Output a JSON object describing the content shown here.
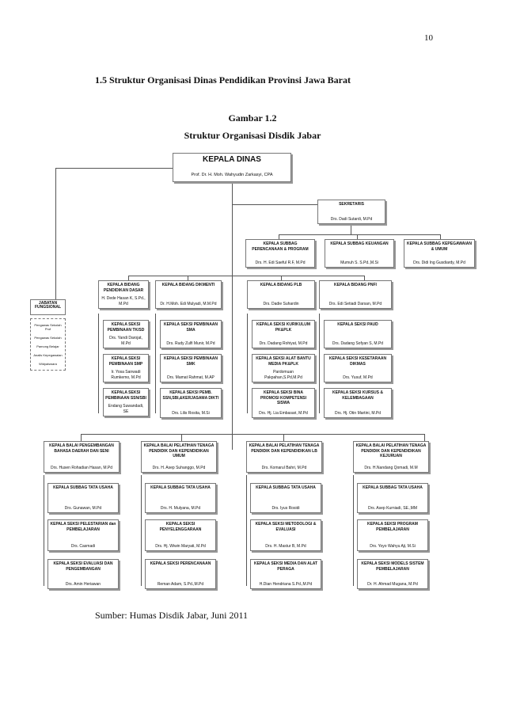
{
  "page_number": "10",
  "section_title": "1.5 Struktur Organisasi Dinas Pendidikan Provinsi Jawa Barat",
  "figure_label": "Gambar 1.2",
  "figure_title": "Struktur Organisasi Disdik Jabar",
  "source": "Sumber: Humas Disdik Jabar, Juni 2011",
  "org": {
    "kepala_dinas": {
      "title": "KEPALA DINAS",
      "name": "Prof. Dr. H. Moh. Wahyudin Zarkasyi, CPA"
    },
    "sekretaris": {
      "title": "SEKRETARIS",
      "name": "Drs. Dadi Sutardi, M.Pd"
    },
    "subbag": [
      {
        "title": "KEPALA SUBBAG PERENCANAAN & PROGRAM",
        "name": "Drs. H. Edi Saeful R.F, M.Pd"
      },
      {
        "title": "KEPALA SUBBAG KEUANGAN",
        "name": "Mumuh S. S.Pd.,M.Si"
      },
      {
        "title": "KEPALA SUBBAG KEPEGAWAIAN & UMUM",
        "name": "Drs. Didi Ing Gusdiardy, M.Pd"
      }
    ],
    "jabatan_fungsional": {
      "title": "JABATAN FUNGSIONAL",
      "items": [
        "Pengawas Sekolah Prof",
        "Pengawas Sekolah",
        "Pamong Belajar",
        "Analis Kepegawaian",
        "Widyaiswara"
      ]
    },
    "bidang": [
      {
        "head": {
          "title": "KEPALA BIDANG PENDIDIKAN DASAR",
          "name": "H. Dede Hasan K, S.Pd., M.Pd"
        },
        "seksi": [
          {
            "title": "KEPALA SEKSI PEMBINAAN TK/SD",
            "name": "Drs. Yandi Darojat, M.Pd"
          },
          {
            "title": "KEPALA SEKSI PEMBINAAN SMP",
            "name": "Ir. Yosa Sanwadi Rumkemo, M.Pd"
          },
          {
            "title": "KEPALA SEKSI PEMBINAAN SSN/SBI",
            "name": "Endang Suwandadi, SE"
          }
        ]
      },
      {
        "head": {
          "title": "KEPALA BIDANG DIKMENTI",
          "name": "Dr. H.Moh. Edi Mulyadi, M.M.Pd"
        },
        "seksi": [
          {
            "title": "KEPALA SEKSI PEMBINAAN SMA",
            "name": "Drs. Rudy Zulfi Munir, M.Pd"
          },
          {
            "title": "KEPALA SEKSI PEMBINAAN SMK",
            "name": "Drs. Mamat Rahmat, M.AP"
          },
          {
            "title": "KEPALA SEKSI PEMB. SSN,SBI,&KERJASAMA DIKTI",
            "name": "Drs. Lilis Rosita, M.Si"
          }
        ]
      },
      {
        "head": {
          "title": "KEPALA BIDANG PLB",
          "name": "Drs. Dadie Suhardin"
        },
        "seksi": [
          {
            "title": "KEPALA SEKSI KURIKULUM PK&PLK",
            "name": "Drs. Dadang Rohiyat, M.Pd"
          },
          {
            "title": "KEPALA SEKSI ALAT BANTU MEDIA PK&PLK",
            "name": "Pardomuan Pakpahan,S.Pd,M.Pd"
          },
          {
            "title": "KEPALA SEKSI BINA PROMOSI KOMPETENSI SISWA",
            "name": "Drs. Hj. Lia Embasari, M.Pd"
          }
        ]
      },
      {
        "head": {
          "title": "KEPALA BIDANG PNFI",
          "name": "Drs. Edi Setiadi Darsan, M.Pd"
        },
        "seksi": [
          {
            "title": "KEPALA SEKSI PAUD",
            "name": "Drs. Dadang Sofyan S, M.Pd"
          },
          {
            "title": "KEPALA SEKSI KESETARAAN DIKMAS",
            "name": "Drs. Yusuf, M.Pd"
          },
          {
            "title": "KEPALA SEKSI KURSUS & KELEMBAGAAN",
            "name": "Drs. Hj. Otin Martini, M.Pd"
          }
        ]
      }
    ],
    "balai": [
      {
        "head": {
          "title": "KEPALA BALAI PENGEMBANGAN BAHASA DAERAH DAN SENI",
          "name": "Drs. Husen Rohadian Hasan, M.Pd"
        },
        "units": [
          {
            "title": "KEPALA SUBBAG TATA USAHA",
            "name": "Drs. Gunawan, M.Pd"
          },
          {
            "title": "KEPALA SEKSI PELESTARIAN dan PEMBELAJARAN",
            "name": "Drs. Casmadi"
          },
          {
            "title": "KEPALA SEKSI EVALUASI DAN PENGEMBANGAN",
            "name": "Drs. Amin Heriawan"
          }
        ]
      },
      {
        "head": {
          "title": "KEPALA BALAI PELATIHAN TENAGA PENDIDIK DAN KEPENDIDIKAN UMUM",
          "name": "Drs. H. Asep Suhanggo, M.Pd"
        },
        "units": [
          {
            "title": "KEPALA SUBBAG TATA USAHA",
            "name": "Drs. H. Mulyana, M.Pd"
          },
          {
            "title": "KEPALA SEKSI PENYELENGGARAAN",
            "name": "Drs. Hj. Wiwin Maryati, M.Pd"
          },
          {
            "title": "KEPALA SEKSI PERENCANAAN",
            "name": "Reman Adam, S.Pd.,M.Pd"
          }
        ]
      },
      {
        "head": {
          "title": "KEPALA BALAI PELATIHAN TENAGA PENDIDIK DAN KEPENDIDIKAN LB",
          "name": "Drs. Komarul Bahri, M.Pd"
        },
        "units": [
          {
            "title": "KEPALA SUBBAG TATA USAHA",
            "name": "Drs. Iyus Rosidi"
          },
          {
            "title": "KEPALA SEKSI METODOLOGI & EVALUASI",
            "name": "Drs. H. Mastur B, M.Pd"
          },
          {
            "title": "KEPALA SEKSI MEDIA DAN ALAT PERAGA",
            "name": "H.Dian Hendriana S.Pd.,M.Pd"
          }
        ]
      },
      {
        "head": {
          "title": "KEPALA BALAI PELATIHAN TENAGA PENDIDIK DAN KEPENDIDIKAN KEJURUAN",
          "name": "Drs. H.Nandang Qomadi, M.M"
        },
        "units": [
          {
            "title": "KEPALA SUBBAG TATA USAHA",
            "name": "Drs. Asep Kurniadi, SE.,MM"
          },
          {
            "title": "KEPALA SEKSI PROGRAM PEMBELAJARAN",
            "name": "Drs. Yoyo Wahyu Aji, M.Si"
          },
          {
            "title": "KEPALA SEKSI MODELS SISTEM PEMBELAJARAN",
            "name": "Dr. H. Ahmad Mugana, M.Pd"
          }
        ]
      }
    ]
  }
}
